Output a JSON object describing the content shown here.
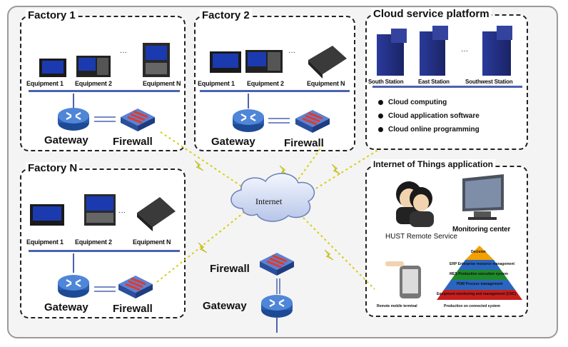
{
  "factory1": {
    "title": "Factory 1",
    "equipment": [
      "Equipment 1",
      "Equipment 2",
      "Equipment N"
    ],
    "gateway": "Gateway",
    "firewall": "Firewall"
  },
  "factory2": {
    "title": "Factory 2",
    "equipment": [
      "Equipment 1",
      "Equipment 2",
      "Equipment N"
    ],
    "gateway": "Gateway",
    "firewall": "Firewall"
  },
  "factoryN": {
    "title": "Factory N",
    "equipment": [
      "Equipment 1",
      "Equipment 2",
      "Equipment N"
    ],
    "gateway": "Gateway",
    "firewall": "Firewall"
  },
  "cloud": {
    "title": "Cloud service platform",
    "stations": [
      "South Station",
      "East Station",
      "Southwest Station"
    ],
    "services": [
      "Cloud computing",
      "Cloud application software",
      "Cloud online programming"
    ]
  },
  "iot": {
    "title": "Internet of Things application",
    "remote_service": "HUST Remote Service",
    "monitoring": "Monitoring center",
    "mobile": "Remote mobile terminal",
    "pyramid": [
      "Decision",
      "ERP Enterprise resource management",
      "MES Production execution system",
      "PDM Process management",
      "Equipment monitoring and management (CNC)",
      "Production on connected system"
    ]
  },
  "internet": {
    "label": "Internet"
  },
  "central": {
    "firewall": "Firewall",
    "gateway": "Gateway"
  },
  "colors": {
    "bus": "#4a63b0",
    "lightning": "#d8d800",
    "router": "#3a6fc6",
    "firewall_red": "#d23a2a"
  }
}
